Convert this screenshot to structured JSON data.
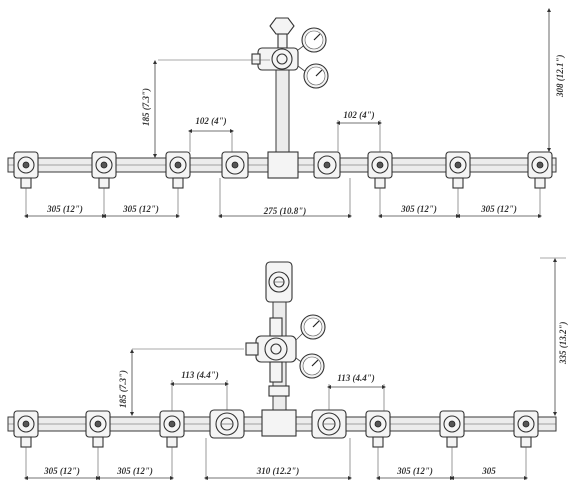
{
  "top_diagram": {
    "dims": {
      "spacing_left_1": "305 (12\")",
      "spacing_left_2": "305 (12\")",
      "center_span": "275 (10.8\")",
      "spacing_right_1": "305 (12\")",
      "spacing_right_2": "305 (12\")",
      "gap_left": "102 (4\")",
      "gap_right": "102 (4\")",
      "riser_height": "185 (7.3\")",
      "overall_height": "308 (12.1\")"
    }
  },
  "bottom_diagram": {
    "dims": {
      "spacing_left_1": "305 (12\")",
      "spacing_left_2": "305 (12\")",
      "center_span": "310 (12.2\")",
      "spacing_right_1": "305 (12\")",
      "spacing_right_2": "305",
      "gap_left": "113 (4.4\")",
      "gap_right": "113 (4.4\")",
      "riser_height": "185 (7.3\")",
      "overall_height": "335 (13.2\")"
    }
  }
}
